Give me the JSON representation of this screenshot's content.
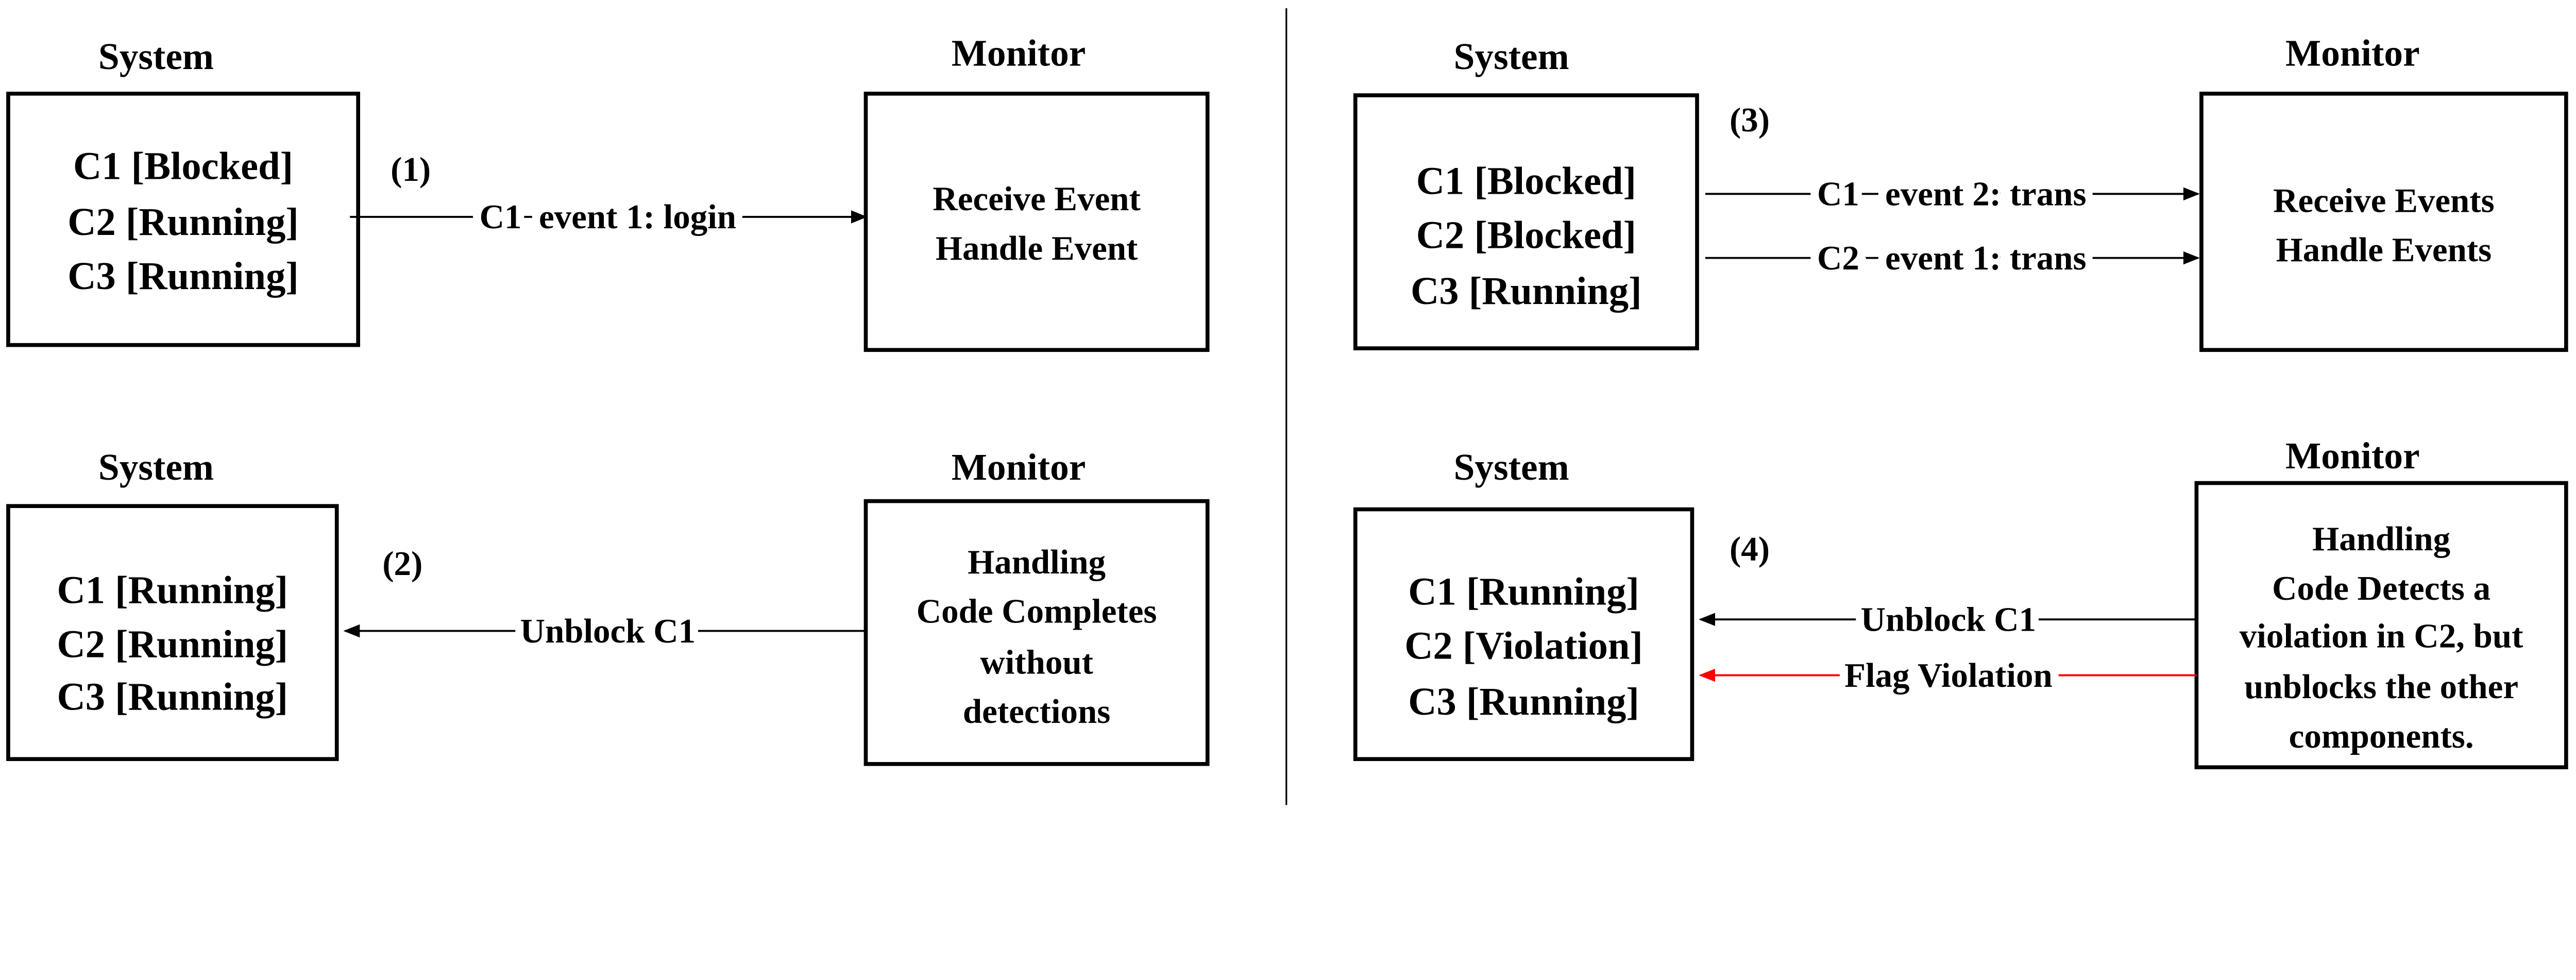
{
  "colors": {
    "highlight": "#ff0000",
    "text": "#000000"
  },
  "panels": [
    {
      "step": "(1)",
      "system_label": "System",
      "monitor_label": "Monitor",
      "components": [
        {
          "text": "C1 [Blocked]",
          "highlight": true
        },
        {
          "text": "C2 [Running]",
          "highlight": false
        },
        {
          "text": "C3 [Running]",
          "highlight": false
        }
      ],
      "monitor_lines": [
        "Receive Event",
        "Handle Event"
      ],
      "arrows": [
        {
          "label": "C1  event 1: login",
          "direction": "to-monitor",
          "color": "#000000"
        }
      ]
    },
    {
      "step": "(2)",
      "system_label": "System",
      "monitor_label": "Monitor",
      "components": [
        {
          "text": "C1 [Running]",
          "highlight": true
        },
        {
          "text": "C2 [Running]",
          "highlight": false
        },
        {
          "text": "C3 [Running]",
          "highlight": false
        }
      ],
      "monitor_lines": [
        "Handling",
        "Code Completes",
        "without",
        "detections"
      ],
      "arrows": [
        {
          "label": "Unblock C1",
          "direction": "to-system",
          "color": "#000000"
        }
      ]
    },
    {
      "step": "(3)",
      "system_label": "System",
      "monitor_label": "Monitor",
      "components": [
        {
          "text": "C1 [Blocked]",
          "highlight": true
        },
        {
          "text": "C2 [Blocked]",
          "highlight": true
        },
        {
          "text": "C3 [Running]",
          "highlight": false
        }
      ],
      "monitor_lines": [
        "Receive Events",
        "Handle Events"
      ],
      "arrows": [
        {
          "label": "C1   event 2: trans",
          "direction": "to-monitor",
          "color": "#000000"
        },
        {
          "label": "C2   event 1: trans",
          "direction": "to-monitor",
          "color": "#000000"
        }
      ]
    },
    {
      "step": "(4)",
      "system_label": "System",
      "monitor_label": "Monitor",
      "components": [
        {
          "text": "C1 [Running]",
          "highlight": true
        },
        {
          "text": "C2 [Violation]",
          "highlight": true
        },
        {
          "text": "C3 [Running]",
          "highlight": false
        }
      ],
      "monitor_lines": [
        "Handling",
        "Code Detects a",
        "violation in C2, but",
        "unblocks the other",
        "components."
      ],
      "arrows": [
        {
          "label": "Unblock C1",
          "direction": "to-system",
          "color": "#000000"
        },
        {
          "label": "Flag Violation",
          "direction": "to-system",
          "color": "#ff0000"
        }
      ]
    }
  ]
}
